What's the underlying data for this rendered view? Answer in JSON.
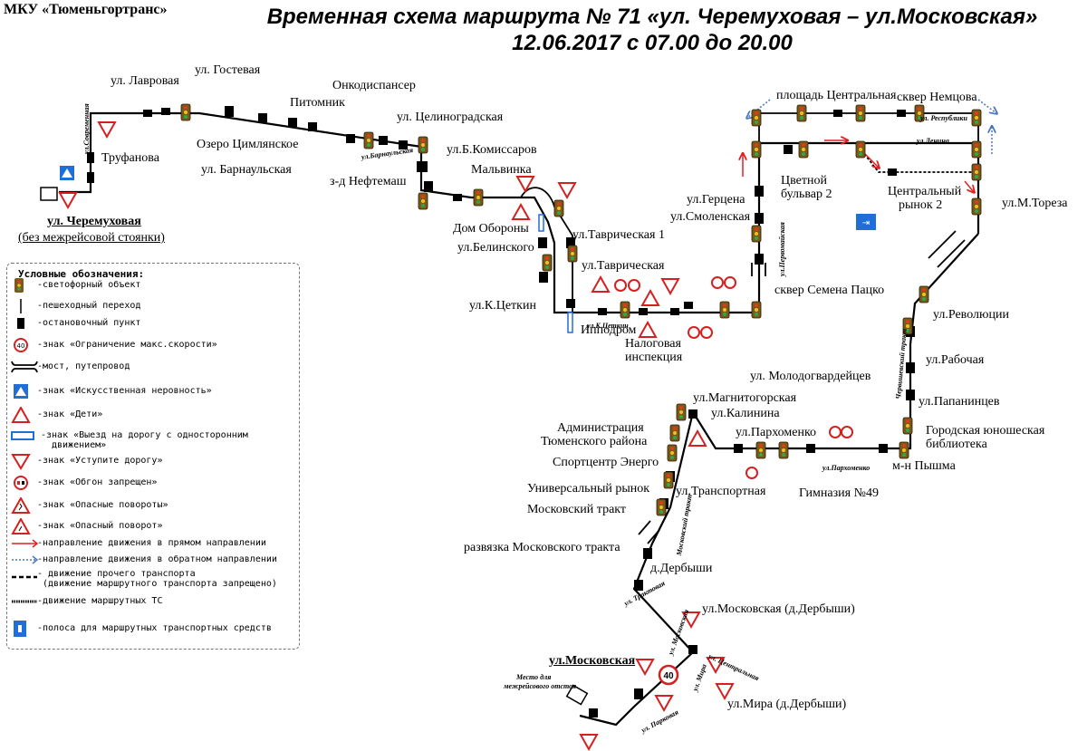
{
  "org": "МКУ «Тюменьгортранс»",
  "title_line1": "Временная схема маршрута № 71 «ул. Черемуховая – ул.Московская»",
  "title_line2": "12.06.2017 с 07.00 до 20.00",
  "colors": {
    "route": "#000000",
    "forward_arrow": "#e02020",
    "backward_arrow": "#4a78c0",
    "sign_red": "#d42020",
    "bus_lane": "#1f6fd8",
    "traffic_light": "#7a5a1a"
  },
  "terminals": {
    "start": {
      "name": "ул. Черемуховая",
      "note": "(без межрейсовой стоянки)"
    },
    "end": {
      "name": "ул.Московская",
      "note": "Место для межрейсового отстоя"
    }
  },
  "stops": [
    "ул. Лавровая",
    "ул. Гостевая",
    "Онкодиспансер",
    "Питомник",
    "ул. Целиноградская",
    "Труфанова",
    "Озеро Цимлянское",
    "ул. Барнаульская",
    "ул.Б.Комиссаров",
    "Мальвинка",
    "з-д Нефтемаш",
    "Дом Обороны",
    "ул.Таврическая 1",
    "ул.Белинского",
    "ул.Таврическая",
    "ул.К.Цеткин",
    "Ипподром",
    "Налоговая инспекция",
    "ул.Герцена",
    "ул.Смоленская",
    "сквер Семена Пацко",
    "Цветной бульвар 2",
    "площадь Центральная",
    "сквер Немцова",
    "Центральный рынок 2",
    "ул.М.Тореза",
    "ул.Революции",
    "ул.Рабочая",
    "ул. Молодогвардейцев",
    "ул.Папанинцев",
    "Городская юношеская библиотека",
    "м-н Пышма",
    "Гимназия №49",
    "ул.Пархоменко",
    "ул.Калинина",
    "ул.Магнитогорская",
    "ул.Транспортная",
    "Администрация Тюменского района",
    "Спортцентр Энерго",
    "Универсальный рынок",
    "Московский тракт",
    "развязка Московского тракта",
    "д.Дербыши",
    "ул.Московская (д.Дербыши)",
    "ул.Мира (д.Дербыши)"
  ],
  "streets": [
    "ул.Современная",
    "ул.Барнаульская",
    "ул.К.Цеткин",
    "ул.Первомайская",
    "ул. Республики",
    "ул.Ленина",
    "Червишевский тракт",
    "ул.Пархоменко",
    "Московский тракт",
    "ул. Трактовая",
    "ул. Московская",
    "ул. Центральная",
    "ул. Мира",
    "ул. Парковая"
  ],
  "speed_limit": "40",
  "legend": {
    "title": "Условные обозначения:",
    "items": [
      {
        "icon": "traffic-light",
        "label": "-светофорный объект"
      },
      {
        "icon": "crosswalk",
        "label": "-пешеходный переход"
      },
      {
        "icon": "bus-stop",
        "label": "-остановочный пункт"
      },
      {
        "icon": "speed-limit-sign",
        "label": "-знак «Ограничение макс.скорости»"
      },
      {
        "icon": "bridge",
        "label": "-мост, путепровод"
      },
      {
        "icon": "speed-bump-sign",
        "label": "-знак «Искусственная неровность»"
      },
      {
        "icon": "children-sign",
        "label": "-знак «Дети»"
      },
      {
        "icon": "one-way-exit-sign",
        "label": "-знак «Выезд на дорогу с односторонним движением»"
      },
      {
        "icon": "yield-sign",
        "label": "-знак «Уступите дорогу»"
      },
      {
        "icon": "no-overtaking-sign",
        "label": "-знак «Обгон запрещен»"
      },
      {
        "icon": "dangerous-curves-sign",
        "label": "-знак «Опасные повороты»"
      },
      {
        "icon": "dangerous-curve-sign",
        "label": "-знак «Опасный поворот»"
      },
      {
        "icon": "forward-arrow",
        "label": "-направление движения в прямом направлении"
      },
      {
        "icon": "backward-arrow",
        "label": "-направление движения в обратном направлении"
      },
      {
        "icon": "other-traffic-line",
        "label": "- движение прочего транспорта (движение маршрутного транспорта запрещено)"
      },
      {
        "icon": "route-traffic-line",
        "label": "-движение маршрутных ТС"
      },
      {
        "icon": "bus-lane-sign",
        "label": "-полоса для маршрутных транспортных средств"
      }
    ]
  }
}
